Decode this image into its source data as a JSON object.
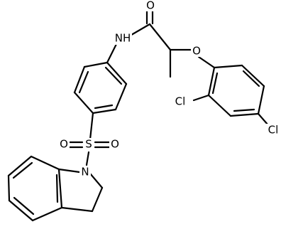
{
  "molecule": {
    "atoms": {
      "o_carbonyl": "O",
      "nh": "NH",
      "o_ether": "O",
      "cl_ortho": "Cl",
      "cl_para": "Cl",
      "s": "S",
      "o_sulfonyl_left": "O",
      "o_sulfonyl_right": "O",
      "n_indoline": "N"
    }
  }
}
